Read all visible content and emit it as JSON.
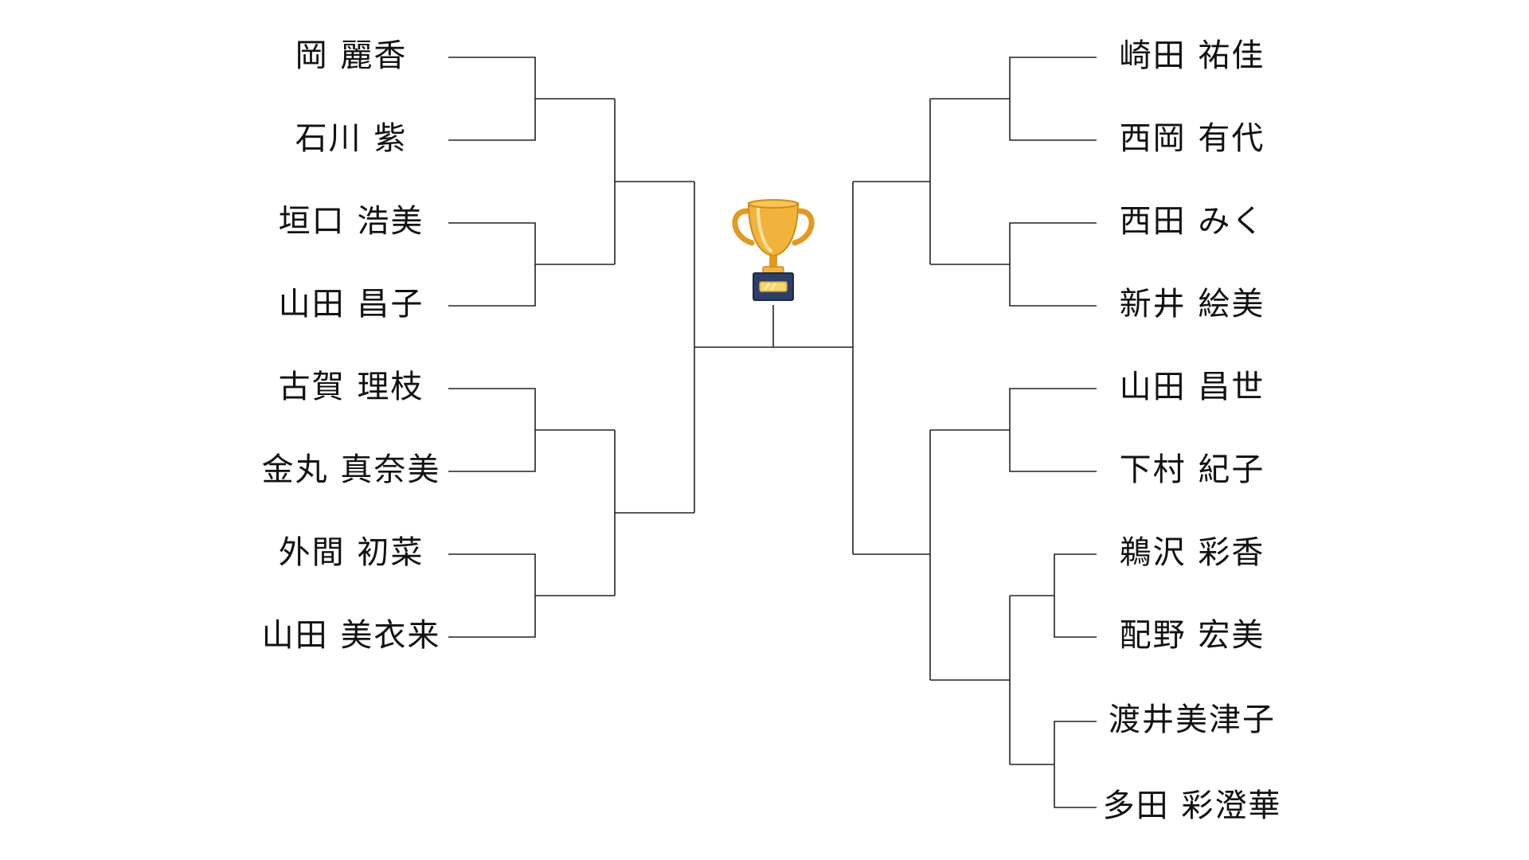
{
  "bracket": {
    "left": [
      "岡 麗香",
      "石川 紫",
      "垣口 浩美",
      "山田 昌子",
      "古賀 理枝",
      "金丸 真奈美",
      "外間 初菜",
      "山田 美衣来"
    ],
    "right": [
      "崎田 祐佳",
      "西岡 有代",
      "西田 みく",
      "新井 絵美",
      "山田 昌世",
      "下村 紀子",
      "鵜沢 彩香",
      "配野 宏美",
      "渡井美津子",
      "多田 彩澄華"
    ]
  },
  "trophy": {
    "icon": "trophy-icon",
    "colors": {
      "cup": "#F2B33D",
      "cup_shade": "#E09A22",
      "base": "#2E3F66",
      "plate": "#F7D56B"
    }
  }
}
